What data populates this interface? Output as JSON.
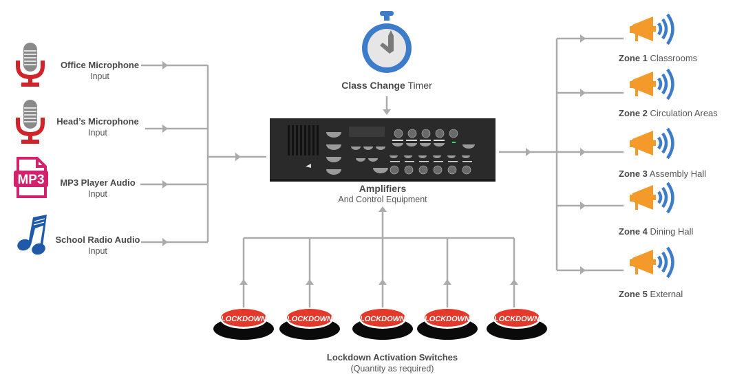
{
  "colors": {
    "wire": "#ababab",
    "mic_red": "#d0232a",
    "mic_grey": "#8a8a8a",
    "mp3_pink": "#d2226e",
    "note_blue": "#1f5aa8",
    "timer_blue": "#3d7cc9",
    "timer_face": "#e6e6e6",
    "megaphone_orange": "#f39a2a",
    "wave_blue": "#3d7cc9",
    "lockdown_red": "#e4392a",
    "amp_body": "#2a2a2a"
  },
  "inputs": [
    {
      "name": "Office Microphone",
      "sub": "Input",
      "icon": "microphone-icon"
    },
    {
      "name": "Head’s Microphone",
      "sub": "Input",
      "icon": "microphone-icon"
    },
    {
      "name": "MP3 Player Audio",
      "sub": "Input",
      "icon": "mp3-file-icon"
    },
    {
      "name": "School Radio Audio",
      "sub": "Input",
      "icon": "music-note-icon"
    }
  ],
  "timer": {
    "bold": "Class Change",
    "rest": " Timer",
    "icon": "stopwatch-icon"
  },
  "amplifier": {
    "title": "Amplifiers",
    "sub": "And Control Equipment",
    "icon": "amplifier-icon"
  },
  "zones": [
    {
      "bold": "Zone 1",
      "rest": " Classrooms"
    },
    {
      "bold": "Zone 2",
      "rest": " Circulation Areas"
    },
    {
      "bold": "Zone 3",
      "rest": " Assembly Hall"
    },
    {
      "bold": "Zone 4",
      "rest": " Dining Hall"
    },
    {
      "bold": "Zone 5",
      "rest": " External"
    }
  ],
  "lockdown": {
    "button_text": "LOCKDOWN",
    "count": 5,
    "title": "Lockdown Activation Switches",
    "sub": "(Quantity as required)"
  }
}
